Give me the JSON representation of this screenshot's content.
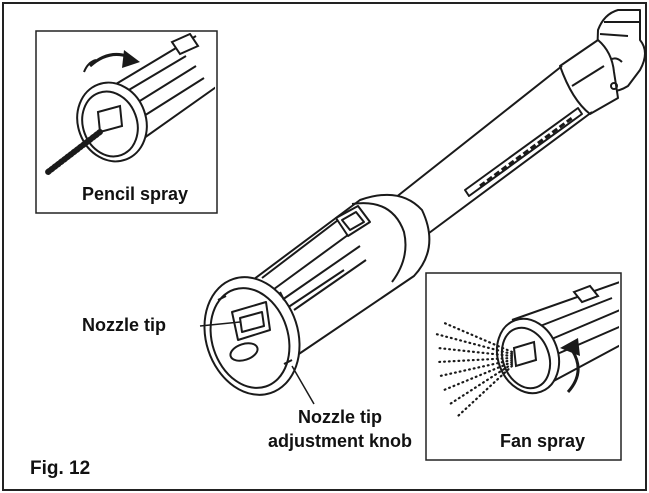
{
  "figure": {
    "caption": "Fig. 12",
    "labels": {
      "pencil_spray": "Pencil spray",
      "fan_spray": "Fan spray",
      "nozzle_tip": "Nozzle tip",
      "knob_line1": "Nozzle tip",
      "knob_line2": "adjustment knob"
    },
    "colors": {
      "line": "#1a1a1a",
      "background": "#ffffff"
    },
    "icons": [
      "rotate-arrow-icon",
      "spray-pattern"
    ]
  }
}
